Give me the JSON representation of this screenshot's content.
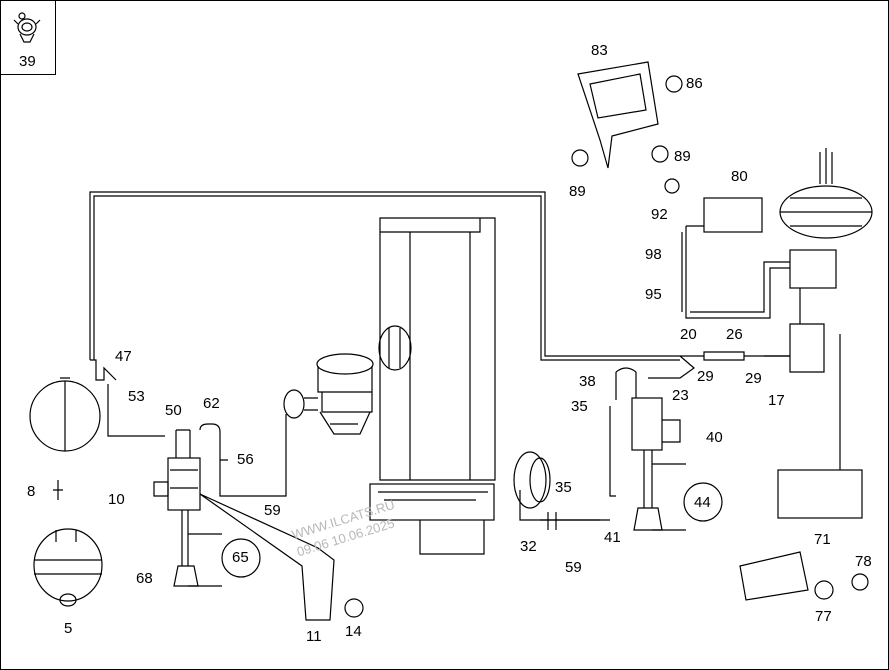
{
  "colors": {
    "line": "#000000",
    "watermark": "#b8b8b8",
    "background": "#ffffff"
  },
  "thumbnail": {
    "part_number": "39",
    "icon": "hose-clip-icon"
  },
  "watermark": {
    "line1": "WWW.ILCATS.RU",
    "line2": "09.06 10.06.2025"
  },
  "labels": [
    "83",
    "86",
    "89",
    "89",
    "80",
    "92",
    "98",
    "95",
    "20",
    "26",
    "29",
    "29",
    "17",
    "38",
    "23",
    "35",
    "40",
    "47",
    "53",
    "50",
    "62",
    "56",
    "10",
    "59",
    "8",
    "35",
    "44",
    "32",
    "59",
    "41",
    "71",
    "65",
    "68",
    "5",
    "11",
    "14",
    "78",
    "77"
  ]
}
